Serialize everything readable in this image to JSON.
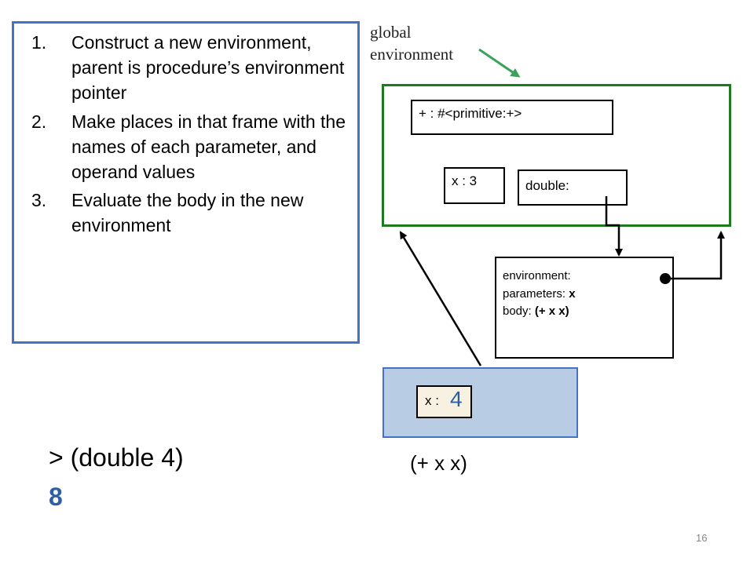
{
  "steps": [
    {
      "num": "1.",
      "text": "Construct a new environment, parent is procedure’s environment pointer"
    },
    {
      "num": "2.",
      "text": "Make places in that frame with the names of each parameter, and operand values"
    },
    {
      "num": "3.",
      "text": "Evaluate the body in the new environment"
    }
  ],
  "global_env": {
    "label_line1": "global",
    "label_line2": "environment",
    "bindings": {
      "plus": "+ : #<primitive:+>",
      "x": "x : 3",
      "double": "double:"
    }
  },
  "procedure": {
    "environment": "environment:",
    "parameters_label": "parameters: ",
    "parameters_value": "x",
    "body_label": "body: ",
    "body_value": "(+ x x)"
  },
  "new_frame": {
    "x_label": "x :",
    "x_value": "4"
  },
  "prompt": "> (double 4)",
  "result": "8",
  "body_expression": "(+ x x)",
  "page_number": "16",
  "colors": {
    "steps_border": "#4472c4",
    "global_frame_border": "#1e7a1e",
    "global_arrow": "#3aa35a",
    "new_frame_fill": "#b8cce4",
    "value_blue": "#2e5fa3"
  }
}
